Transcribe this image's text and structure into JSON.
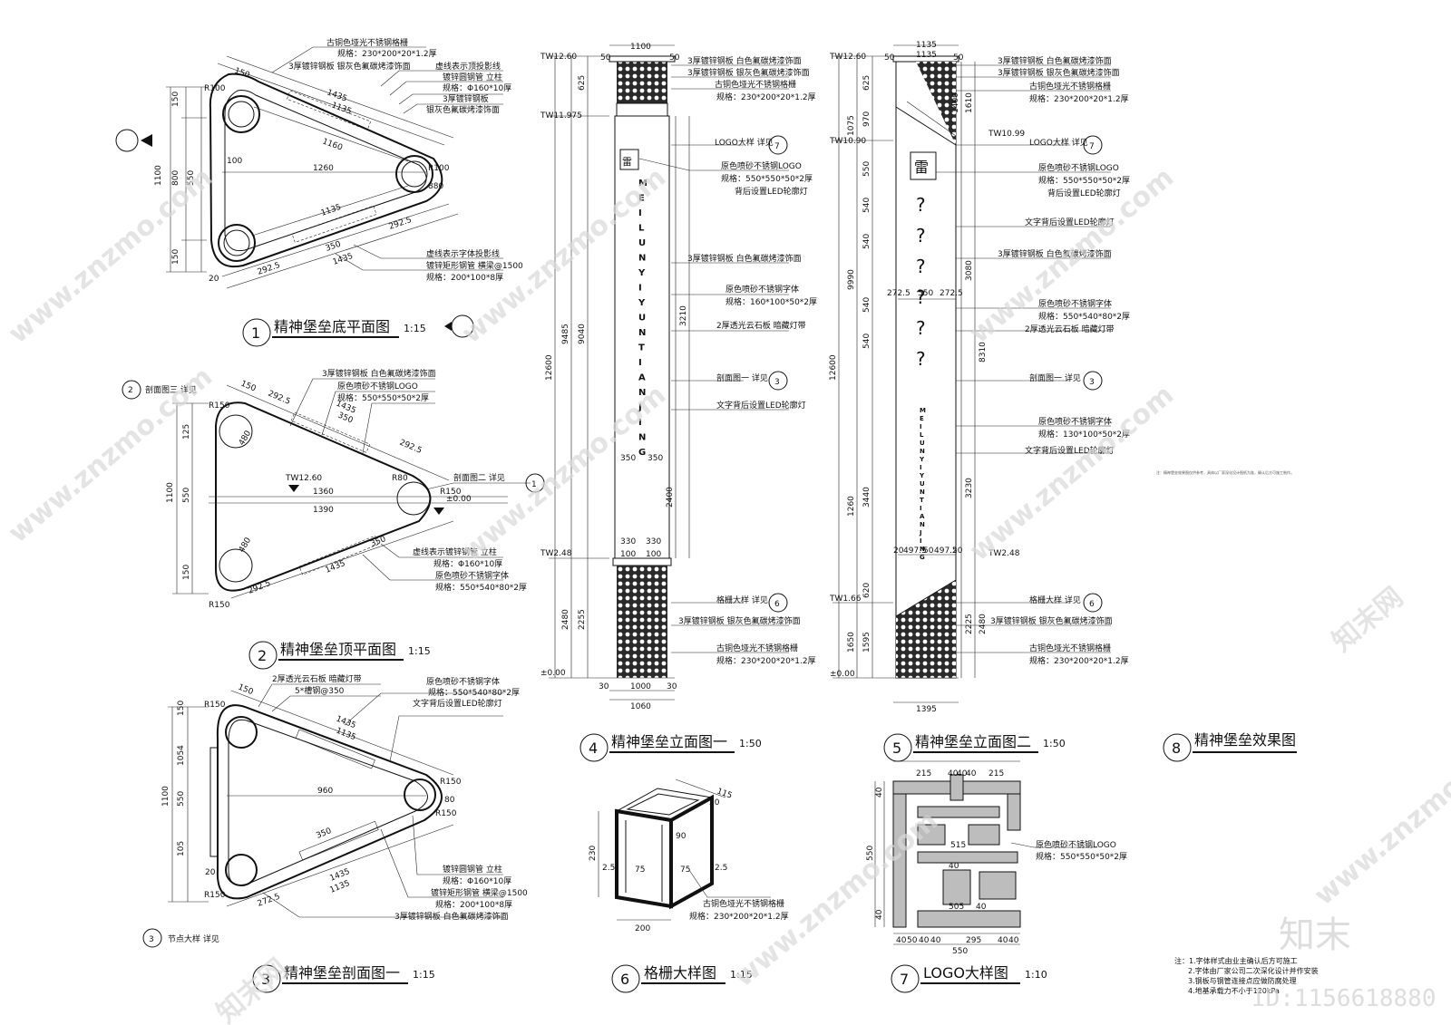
{
  "titles": {
    "v1": "精神堡垒底平面图",
    "v1_scale": "1:15",
    "v2": "精神堡垒顶平面图",
    "v2_scale": "1:15",
    "v3": "精神堡垒剖面图一",
    "v3_scale": "1:15",
    "v4": "精神堡垒立面图一",
    "v4_scale": "1:50",
    "v5": "精神堡垒立面图二",
    "v5_scale": "1:50",
    "v6": "格栅大样图",
    "v6_scale": "1:15",
    "v7": "LOGO大样图",
    "v7_scale": "1:10",
    "v8": "精神堡垒效果图"
  },
  "nums": {
    "n1": "1",
    "n2": "2",
    "n3": "3",
    "n4": "4",
    "n5": "5",
    "n6": "6",
    "n7": "7",
    "n8": "8"
  },
  "v1": {
    "notes": [
      "古铜色垭光不锈钢格栅",
      "规格：230*200*20*1.2厚",
      "3厚镀锌钢板 银灰色氟碳烤漆饰面",
      "虚线表示顶投影线",
      "镀锌圆钢管 立柱",
      "规格：Φ160*10厚",
      "3厚镀锌钢板",
      "银灰色氟碳烤漆饰面",
      "虚线表示字体投影线",
      "镀锌矩形钢管 横梁@1500",
      "规格：200*100*8厚"
    ],
    "dims": [
      "150",
      "1435",
      "1135",
      "1160",
      "1260",
      "1100",
      "800",
      "550",
      "150",
      "150",
      "292.5",
      "292.5",
      "350",
      "1435",
      "1135",
      "880",
      "R100",
      "R100",
      "100",
      "20"
    ]
  },
  "v2": {
    "notes": [
      "剖面图三 详见",
      "3厚镀锌钢板 白色氟碳烤漆饰面",
      "原色喷砂不锈钢LOGO",
      "规格：550*550*50*2厚",
      "剖面图二 详见",
      "虚线表示镀锌钢管 立柱",
      "规格：Φ160*10厚",
      "原色喷砂不锈钢字体",
      "规格：550*540*80*2厚"
    ],
    "dims": [
      "150",
      "292.5",
      "1435",
      "350",
      "292.5",
      "1360",
      "1390",
      "1100",
      "550",
      "125",
      "150",
      "292.5",
      "1435",
      "350",
      "R150",
      "R150",
      "R150",
      "R80",
      "480",
      "480"
    ],
    "level": "TW12.60",
    "level0": "±0.00"
  },
  "v3": {
    "notes": [
      "2厚透光云石板 暗藏灯带",
      "5*槽钢@350",
      "原色喷砂不锈钢字体",
      "规格：550*540*80*2厚",
      "文字背后设置LED轮廓灯",
      "镀锌圆钢管 立柱",
      "规格：Φ160*10厚",
      "镀锌矩形钢管 横梁@1500",
      "规格：200*100*8厚",
      "3厚镀锌钢板 白色氟碳烤漆饰面",
      "节点大样 详见"
    ],
    "dims": [
      "150",
      "1435",
      "1135",
      "960",
      "1100",
      "1054",
      "550",
      "150",
      "105",
      "272.5",
      "350",
      "1435",
      "1135",
      "R150",
      "R150",
      "R150",
      "R150",
      "80",
      "20"
    ]
  },
  "v4": {
    "levels": [
      "TW12.60",
      "TW11.975",
      "TW2.48",
      "±0.00"
    ],
    "top_dims": [
      "1100",
      "50",
      "50"
    ],
    "bottom_dims": [
      "30",
      "1000",
      "30",
      "1060"
    ],
    "left_dims": [
      "625",
      "12600",
      "9485",
      "9040",
      "2480",
      "2255"
    ],
    "right_dims": [
      "3210",
      "2400",
      "330",
      "330",
      "350",
      "350",
      "100",
      "100"
    ],
    "letters": [
      "M",
      "E",
      "I",
      "L",
      "U",
      "N",
      "Y",
      "I",
      "Y",
      "U",
      "N",
      "T",
      "I",
      "A",
      "N",
      "J",
      "I",
      "N",
      "G"
    ],
    "notes": [
      "3厚镀锌钢板 白色氟碳烤漆饰面",
      "3厚镀锌钢板 银灰色氟碳烤漆饰面",
      "古铜色垭光不锈钢格栅",
      "规格：230*200*20*1.2厚",
      "LOGO大样 详见",
      "原色喷砂不锈钢LOGO",
      "规格：550*550*50*2厚",
      "背后设置LED轮廓灯",
      "3厚镀锌钢板 白色氟碳烤漆饰面",
      "原色喷砂不锈钢字体",
      "规格：160*100*50*2厚",
      "2厚透光云石板 暗藏灯带",
      "剖面图一 详见",
      "文字背后设置LED轮廓灯",
      "格栅大样 详见",
      "3厚镀锌钢板 银灰色氟碳烤漆饰面",
      "古铜色垭光不锈钢格栅",
      "规格：230*200*20*1.2厚"
    ]
  },
  "v5": {
    "levels": [
      "TW12.60",
      "TW10.90",
      "TW10.99",
      "TW2.48",
      "TW1.66",
      "±0.00"
    ],
    "top_dims": [
      "1135",
      "1135",
      "50",
      "50"
    ],
    "bottom_dims": [
      "1395"
    ],
    "left_dims": [
      "625",
      "1075",
      "970",
      "550",
      "540",
      "540",
      "540",
      "540",
      "12600",
      "9990",
      "1260",
      "3440",
      "620",
      "1650",
      "1595"
    ],
    "right_dims": [
      "1610",
      "1400",
      "3080",
      "8310",
      "3230",
      "2480",
      "2225"
    ],
    "mid_dims": [
      "272.5",
      "550",
      "272.5",
      "20",
      "497.5",
      "50",
      "497.5",
      "20"
    ],
    "letters": [
      "M",
      "E",
      "I",
      "L",
      "U",
      "N",
      "Y",
      "I",
      "Y",
      "U",
      "N",
      "T",
      "I",
      "A",
      "N",
      "J",
      "I",
      "N",
      "G"
    ],
    "notes": [
      "3厚镀锌钢板 白色氟碳烤漆饰面",
      "3厚镀锌钢板 银灰色氟碳烤漆饰面",
      "古铜色垭光不锈钢格栅",
      "规格：230*200*20*1.2厚",
      "LOGO大样 详见",
      "原色喷砂不锈钢LOGO",
      "规格：550*550*50*2厚",
      "背后设置LED轮廓灯",
      "文字背后设置LED轮廓灯",
      "3厚镀锌钢板 白色氟碳烤漆饰面",
      "原色喷砂不锈钢字体",
      "规格：550*540*80*2厚",
      "2厚透光云石板 暗藏灯带",
      "剖面图一 详见",
      "原色喷砂不锈钢字体",
      "规格：130*100*50*2厚",
      "文字背后设置LED轮廓灯",
      "格栅大样 详见",
      "3厚镀锌钢板 银灰色氟碳烤漆饰面",
      "古铜色垭光不锈钢格栅",
      "规格：230*200*20*1.2厚"
    ]
  },
  "v6": {
    "dims": [
      "115",
      "20",
      "90",
      "230",
      "2.5",
      "75",
      "75",
      "2.5",
      "200"
    ],
    "notes": [
      "古铜色垭光不锈钢格栅",
      "规格：230*200*20*1.2厚"
    ]
  },
  "v7": {
    "dims_top": [
      "215",
      "40",
      "40",
      "40",
      "215"
    ],
    "dims_bottom": [
      "40",
      "50",
      "40",
      "40",
      "295",
      "40",
      "40",
      "550"
    ],
    "dims_side": [
      "550",
      "40",
      "40"
    ],
    "inner": [
      "515",
      "40",
      "505",
      "40"
    ],
    "notes": [
      "原色喷砂不锈钢LOGO",
      "规格：550*550*50*2厚"
    ]
  },
  "v8": {
    "tiny": "注：精神堡垒效果图仅供参考，具体以厂家深化设计图纸为准，确认后方可施工制作。"
  },
  "notes_block": [
    "注：1.字体样式由业主确认后方可施工",
    "2.字体由厂家公司二次深化设计并作安装",
    "3.钢板与钢管连接点应做防腐处理",
    "4.地基承载力不小于120kPa"
  ],
  "watermark": {
    "site": "www.znzmo.com",
    "brand_cn": "知末网",
    "brand": "知末",
    "id": "ID:1156618880"
  }
}
